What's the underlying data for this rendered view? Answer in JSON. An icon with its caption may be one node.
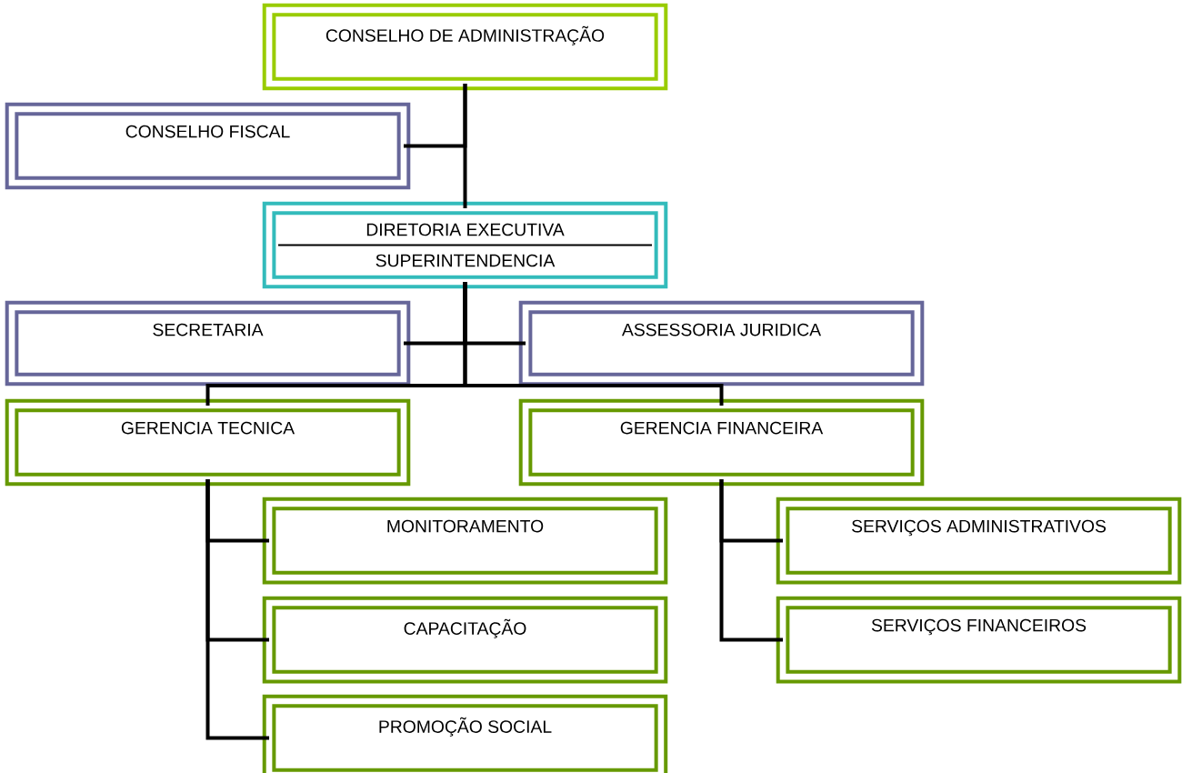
{
  "diagram": {
    "nodes": [
      {
        "text": [
          "CONSELHO DE ADMINISTRAÇÃO"
        ]
      },
      {
        "text": [
          "CONSELHO FISCAL"
        ]
      },
      {
        "text": [
          "DIRETORIA EXECUTIVA",
          "SUPERINTENDENCIA"
        ]
      },
      {
        "text": [
          "SECRETARIA"
        ]
      },
      {
        "text": [
          "ASSESSORIA JURIDICA"
        ]
      },
      {
        "text": [
          "GERENCIA TECNICA"
        ]
      },
      {
        "text": [
          "GERENCIA FINANCEIRA"
        ]
      },
      {
        "text": [
          "MONITORAMENTO"
        ]
      },
      {
        "text": [
          "CAPACITAÇÃO"
        ]
      },
      {
        "text": [
          "PROMOÇÃO SOCIAL"
        ]
      },
      {
        "text": [
          "SERVIÇOS ADMINISTRATIVOS"
        ]
      },
      {
        "text": [
          "SERVIÇOS FINANCEIROS"
        ]
      }
    ],
    "edges": [
      {
        "from": 0,
        "to": 2,
        "arrow": "none"
      },
      {
        "from": 0,
        "to": 1,
        "arrow": "none"
      },
      {
        "from": 2,
        "to": 3,
        "arrow": "none"
      },
      {
        "from": 2,
        "to": 4,
        "arrow": "none"
      },
      {
        "from": 2,
        "to": 5,
        "arrow": "none"
      },
      {
        "from": 2,
        "to": 6,
        "arrow": "none"
      },
      {
        "from": 5,
        "to": 7,
        "arrow": "none"
      },
      {
        "from": 5,
        "to": 8,
        "arrow": "none"
      },
      {
        "from": 5,
        "to": 9,
        "arrow": "none"
      },
      {
        "from": 6,
        "to": 10,
        "arrow": "none"
      },
      {
        "from": 6,
        "to": 11,
        "arrow": "none"
      }
    ]
  }
}
